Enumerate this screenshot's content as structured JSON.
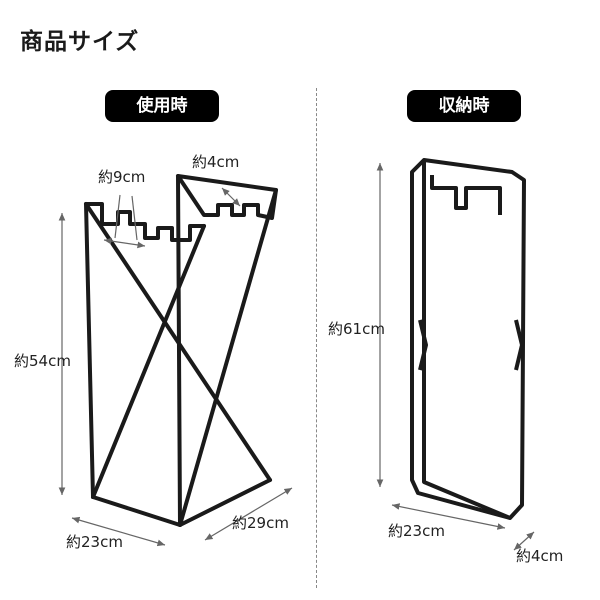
{
  "page": {
    "title": "商品サイズ"
  },
  "in_use": {
    "badge": "使用時",
    "dims": {
      "slot_width": "約9cm",
      "slot_depth": "約4cm",
      "height": "約54cm",
      "width": "約23cm",
      "depth": "約29cm"
    }
  },
  "stored": {
    "badge": "収納時",
    "dims": {
      "height": "約61cm",
      "width": "約23cm",
      "thickness": "約4cm"
    }
  },
  "colors": {
    "frame": "#1a1a1a",
    "badge_bg": "#000000",
    "badge_text": "#ffffff",
    "arrows": "#666666"
  }
}
